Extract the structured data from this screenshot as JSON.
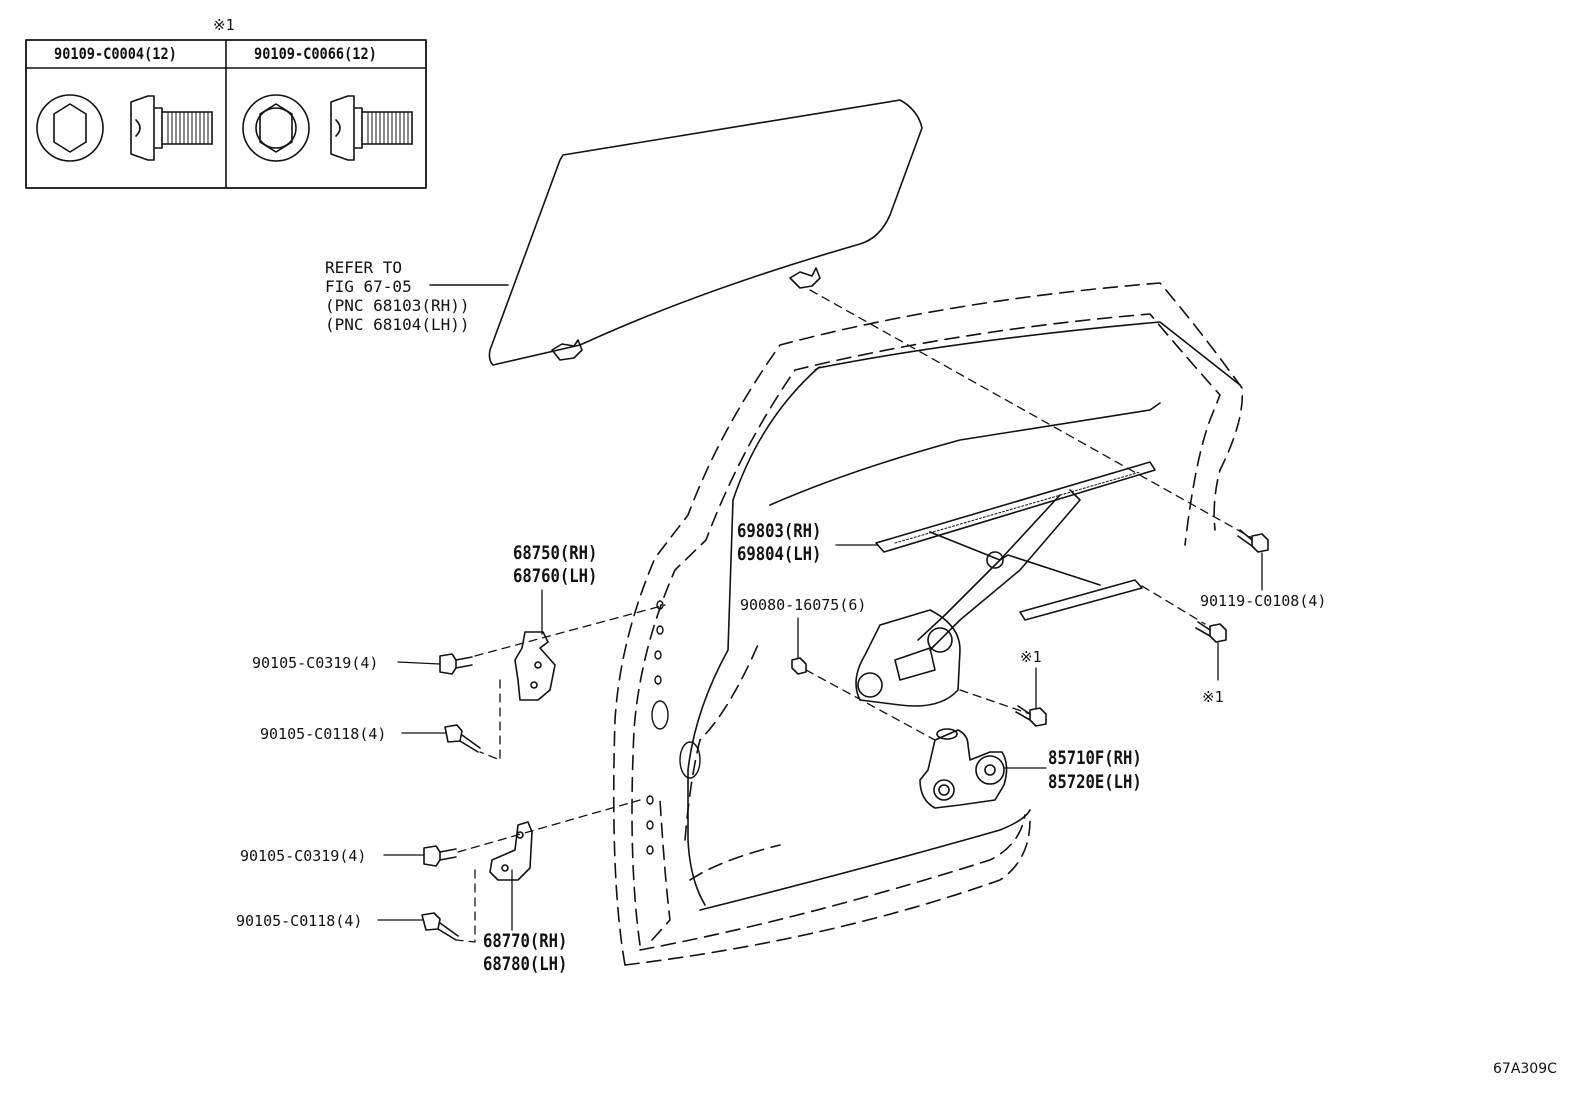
{
  "table": {
    "note_mark": "※1",
    "col1": "90109-C0004(12)",
    "col2": "90109-C0066(12)"
  },
  "refer": {
    "line1": "REFER TO",
    "line2": "FIG 67-05",
    "line3": "(PNC 68103(RH))",
    "line4": "(PNC 68104(LH))"
  },
  "parts": {
    "regulator_rh": "69803(RH)",
    "regulator_lh": "69804(LH)",
    "upper_hinge_rh": "68750(RH)",
    "upper_hinge_lh": "68760(LH)",
    "lower_hinge_rh": "68770(RH)",
    "lower_hinge_lh": "68780(LH)",
    "motor_rh": "85710F(RH)",
    "motor_lh": "85720E(LH)",
    "bolt_a": "90105-C0319(4)",
    "bolt_b": "90105-C0118(4)",
    "bolt_c": "90105-C0319(4)",
    "bolt_d": "90105-C0118(4)",
    "screw_motor": "90080-16075(6)",
    "bolt_reg": "90119-C0108(4)",
    "mark_1": "※1",
    "mark_2": "※1"
  },
  "figure_code": "67A309C"
}
